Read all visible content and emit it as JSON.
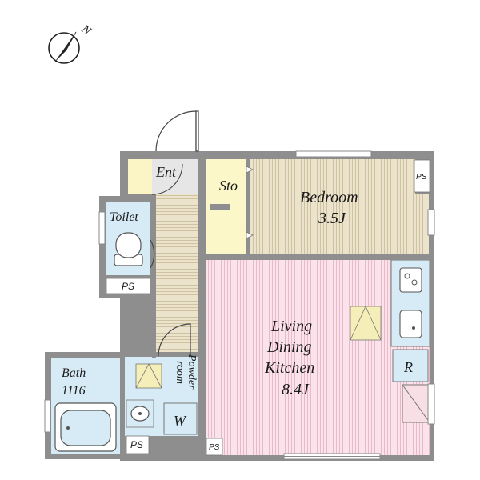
{
  "compass": {
    "label": "N",
    "icon": "north-arrow-icon"
  },
  "rooms": {
    "entrance": {
      "label": "Ent"
    },
    "storage": {
      "label": "Sto"
    },
    "bedroom": {
      "label": "Bedroom",
      "size": "3.5J"
    },
    "toilet": {
      "label": "Toilet"
    },
    "ldk": {
      "line1": "Living",
      "line2": "Dining",
      "line3": "Kitchen",
      "size": "8.4J"
    },
    "bath": {
      "label": "Bath",
      "size": "1116"
    },
    "powder_room": {
      "line1": "Powder",
      "line2": "room"
    },
    "washer": {
      "label": "W"
    },
    "refrigerator": {
      "label": "R"
    }
  },
  "ps_labels": {
    "top_right": "PS",
    "toilet": "PS",
    "bath_bottom": "PS",
    "ldk_bottom": "PS"
  },
  "colors": {
    "wall": "#8e8e8e",
    "wall_edge": "#555555",
    "wood_floor": "#e7dcc1",
    "ldk_floor": "#f8dfe6",
    "wet_area": "#d6ebf5",
    "storage": "#fbf7c8",
    "entrance": "#fbf4c4"
  }
}
